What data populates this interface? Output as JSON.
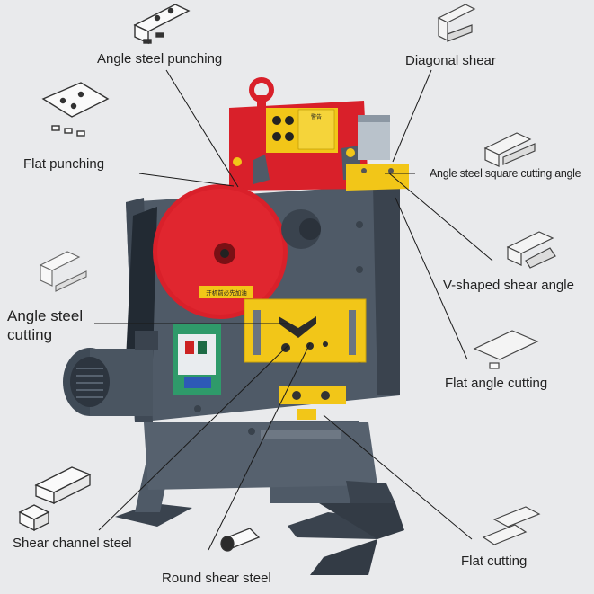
{
  "labels": {
    "angle_steel_punching": "Angle steel punching",
    "diagonal_shear": "Diagonal shear",
    "flat_punching": "Flat punching",
    "angle_square_cutting": "Angle steel square cutting angle",
    "v_shaped_shear": "V-shaped shear angle",
    "angle_steel_cutting_line1": "Angle steel",
    "angle_steel_cutting_line2": "cutting",
    "flat_angle_cutting": "Flat angle cutting",
    "shear_channel_steel": "Shear channel steel",
    "round_shear_steel": "Round shear steel",
    "flat_cutting": "Flat cutting"
  },
  "machine": {
    "warning_text": "警告",
    "wheel_plate_text": "开机前必先加油"
  },
  "colors": {
    "background": "#e9eaec",
    "machine_body": "#4f5a67",
    "machine_dark": "#3a434e",
    "red": "#d9202a",
    "yellow": "#f2c618",
    "motor": "#3f4a56",
    "switch_box": "#2f9a6a",
    "leader_line": "#1a1a1a"
  },
  "icons": [
    "angle-profile-icon",
    "flat-plate-icon",
    "channel-icon",
    "square-bar-icon",
    "round-bar-icon"
  ]
}
